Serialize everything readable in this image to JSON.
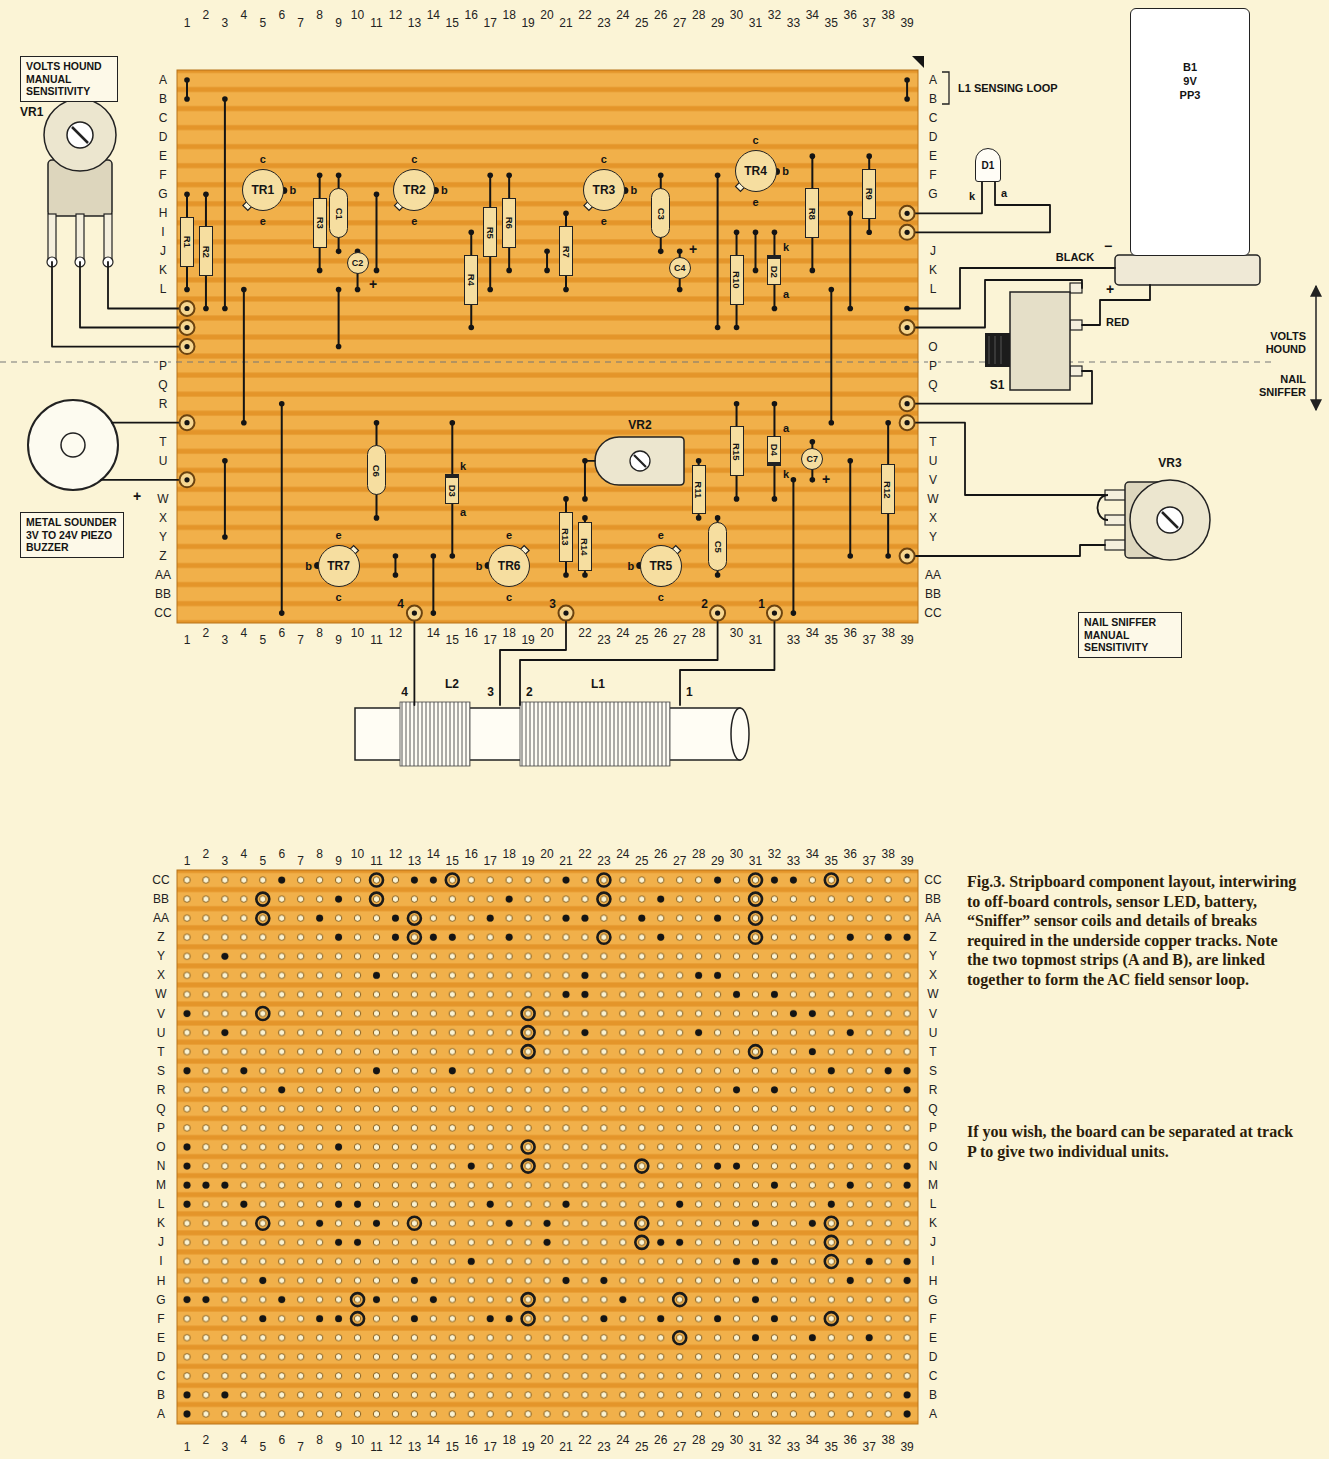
{
  "diagram": {
    "caption": "Fig.3. Stripboard component layout, interwiring to off-board controls, sensor LED, battery, “Sniffer” sensor coils and details of breaks required in the underside copper tracks. Note the two topmost strips (A and B), are linked together to form the AC field sensor loop.",
    "nodes": [
      {
        "text": [
          "VOLTS HOUND MANUAL SENSITIVITY"
        ]
      },
      {
        "text": [
          "B1 9V PP3"
        ]
      },
      {
        "text": [
          "TR1"
        ]
      },
      {
        "text": [
          "TR2"
        ]
      },
      {
        "text": [
          "TR3"
        ]
      },
      {
        "text": [
          "TR4"
        ]
      },
      {
        "text": [
          "D1"
        ]
      },
      {
        "text": [
          "R8"
        ]
      },
      {
        "text": [
          "R9"
        ]
      },
      {
        "text": [
          "R1"
        ]
      },
      {
        "text": [
          "R2"
        ]
      },
      {
        "text": [
          "R3"
        ]
      },
      {
        "text": [
          "C1"
        ]
      },
      {
        "text": [
          "R5"
        ]
      },
      {
        "text": [
          "R6"
        ]
      },
      {
        "text": [
          "R7"
        ]
      },
      {
        "text": [
          "C3"
        ]
      },
      {
        "text": [
          "R4"
        ]
      },
      {
        "text": [
          "C2"
        ]
      },
      {
        "text": [
          "C4"
        ]
      },
      {
        "text": [
          "R10"
        ]
      },
      {
        "text": [
          "D2"
        ]
      },
      {
        "text": [
          "R15"
        ]
      },
      {
        "text": [
          "D4"
        ]
      },
      {
        "text": [
          "C7"
        ]
      },
      {
        "text": [
          "C6"
        ]
      },
      {
        "text": [
          "D3"
        ]
      },
      {
        "text": [
          "R11"
        ]
      },
      {
        "text": [
          "R12"
        ]
      },
      {
        "text": [
          "R13"
        ]
      },
      {
        "text": [
          "R14"
        ]
      },
      {
        "text": [
          "C5"
        ]
      },
      {
        "text": [
          "TR7"
        ]
      },
      {
        "text": [
          "TR6"
        ]
      },
      {
        "text": [
          "TR5"
        ]
      },
      {
        "text": [
          "METAL SOUNDER 3V TO 24V PIEZO BUZZER"
        ]
      },
      {
        "text": [
          "NAIL SNIFFER MANUAL SENSITIVITY"
        ]
      }
    ],
    "labels": [
      "1",
      "2",
      "3",
      "4",
      "5",
      "6",
      "7",
      "8",
      "9",
      "10",
      "11",
      "12",
      "13",
      "14",
      "15",
      "16",
      "17",
      "18",
      "19",
      "20",
      "21",
      "22",
      "23",
      "24",
      "25",
      "26",
      "27",
      "28",
      "29",
      "30",
      "31",
      "32",
      "33",
      "34",
      "35",
      "36",
      "37",
      "38",
      "39",
      "1",
      "2",
      "3",
      "4",
      "5",
      "6",
      "7",
      "8",
      "9",
      "10",
      "11",
      "12",
      "14",
      "15",
      "16",
      "17",
      "18",
      "19",
      "20",
      "22",
      "23",
      "24",
      "25",
      "26",
      "27",
      "28",
      "30",
      "31",
      "33",
      "34",
      "35",
      "36",
      "37",
      "38",
      "39",
      "A",
      "B",
      "C",
      "D",
      "E",
      "F",
      "G",
      "H",
      "I",
      "J",
      "K",
      "L",
      "P",
      "Q",
      "R",
      "T",
      "U",
      "W",
      "X",
      "Y",
      "Z",
      "AA",
      "BB",
      "CC",
      "A",
      "B",
      "C",
      "D",
      "E",
      "F",
      "G",
      "J",
      "K",
      "L",
      "O",
      "P",
      "Q",
      "T",
      "U",
      "V",
      "W",
      "X",
      "Y",
      "AA",
      "BB",
      "CC",
      "1",
      "2",
      "3",
      "4",
      "5",
      "6",
      "7",
      "8",
      "9",
      "10",
      "11",
      "12",
      "13",
      "14",
      "15",
      "16",
      "17",
      "18",
      "19",
      "20",
      "21",
      "22",
      "23",
      "24",
      "25",
      "26",
      "27",
      "28",
      "29",
      "30",
      "31",
      "32",
      "33",
      "34",
      "35",
      "36",
      "37",
      "38",
      "39",
      "1",
      "2",
      "3",
      "4",
      "5",
      "6",
      "7",
      "8",
      "9",
      "10",
      "11",
      "12",
      "13",
      "14",
      "15",
      "16",
      "17",
      "18",
      "19",
      "20",
      "21",
      "22",
      "23",
      "24",
      "25",
      "26",
      "27",
      "28",
      "29",
      "30",
      "31",
      "32",
      "33",
      "34",
      "35",
      "36",
      "37",
      "38",
      "39",
      "CC",
      "BB",
      "AA",
      "Z",
      "Y",
      "X",
      "W",
      "V",
      "U",
      "T",
      "S",
      "R",
      "Q",
      "P",
      "O",
      "N",
      "M",
      "L",
      "K",
      "J",
      "I",
      "H",
      "G",
      "F",
      "E",
      "D",
      "C",
      "B",
      "A",
      "CC",
      "BB",
      "AA",
      "Z",
      "Y",
      "X",
      "W",
      "V",
      "U",
      "T",
      "S",
      "R",
      "Q",
      "P",
      "O",
      "N",
      "M",
      "L",
      "K",
      "J",
      "I",
      "H",
      "G",
      "F",
      "E",
      "D",
      "C",
      "B",
      "A",
      "c",
      "b",
      "e",
      "c",
      "b",
      "e",
      "c",
      "b",
      "e",
      "c",
      "b",
      "e",
      "e",
      "b",
      "c",
      "e",
      "b",
      "c",
      "e",
      "b",
      "c",
      "+",
      "+",
      "+",
      "k",
      "a",
      "k",
      "a",
      "a",
      "k",
      "k",
      "a",
      "VR1",
      "VR2",
      "VR3",
      "S1",
      "L1 SENSING LOOP",
      "BLACK",
      "−",
      "RED",
      "+",
      "VOLTS HOUND",
      "NAIL SNIFFER",
      "+",
      "4",
      "3",
      "2",
      "1",
      "4",
      "L2",
      "3",
      "2",
      "L1",
      "1",
      "If you wish, the board can be separated at track P to give two individual units."
    ]
  }
}
